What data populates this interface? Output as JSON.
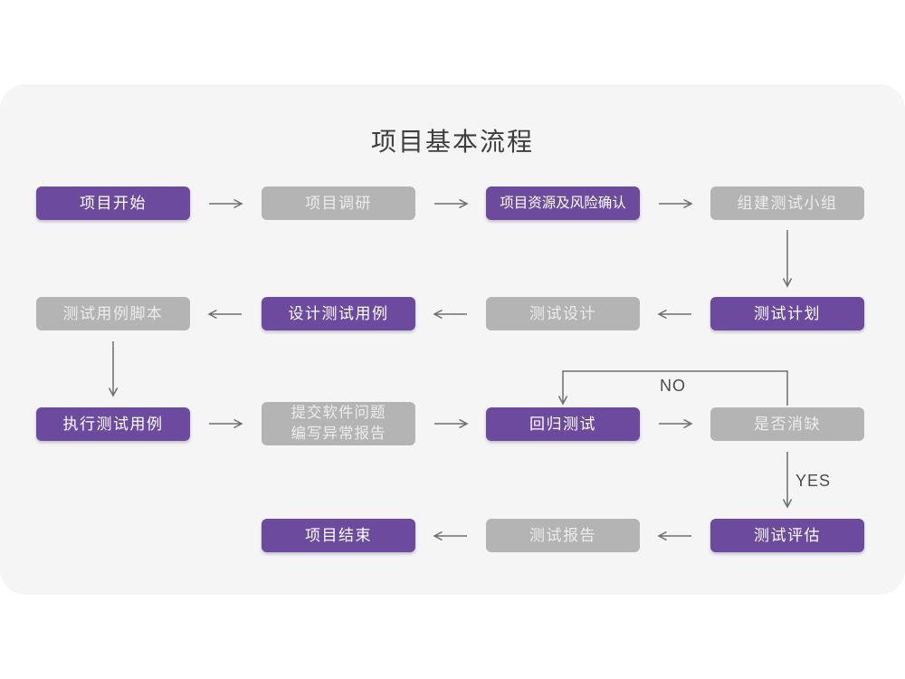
{
  "page": {
    "background": "#FFFFFF",
    "card_background": "#F5F5F6"
  },
  "title": "项目基本流程",
  "colors": {
    "purple": "#6C4A9D",
    "purple_text": "#FFFFFF",
    "gray": "#B5B4B5",
    "gray_text": "#ECECEC",
    "arrow": "#6F6F6F",
    "edge_label": "#4C4C4C",
    "title": "#3E3E3E"
  },
  "labels": {
    "no": "NO",
    "yes": "YES"
  },
  "nodes": [
    {
      "id": "project-start",
      "label": "项目开始",
      "type": "purple"
    },
    {
      "id": "project-research",
      "label": "项目调研",
      "type": "gray"
    },
    {
      "id": "resource-risk-confirm",
      "label": "项目资源及风险确认",
      "type": "purple"
    },
    {
      "id": "build-test-team",
      "label": "组建测试小组",
      "type": "gray"
    },
    {
      "id": "test-case-script",
      "label": "测试用例脚本",
      "type": "gray"
    },
    {
      "id": "design-test-cases",
      "label": "设计测试用例",
      "type": "purple"
    },
    {
      "id": "test-design",
      "label": "测试设计",
      "type": "gray"
    },
    {
      "id": "test-plan",
      "label": "测试计划",
      "type": "purple"
    },
    {
      "id": "execute-test-cases",
      "label": "执行测试用例",
      "type": "purple"
    },
    {
      "id": "submit-issue-report",
      "label": "提交软件问题\n编写异常报告",
      "type": "gray"
    },
    {
      "id": "regression-test",
      "label": "回归测试",
      "type": "purple"
    },
    {
      "id": "defect-resolved",
      "label": "是否消缺",
      "type": "gray"
    },
    {
      "id": "project-end",
      "label": "项目结束",
      "type": "purple"
    },
    {
      "id": "test-report",
      "label": "测试报告",
      "type": "gray"
    },
    {
      "id": "test-evaluation",
      "label": "测试评估",
      "type": "purple"
    }
  ]
}
